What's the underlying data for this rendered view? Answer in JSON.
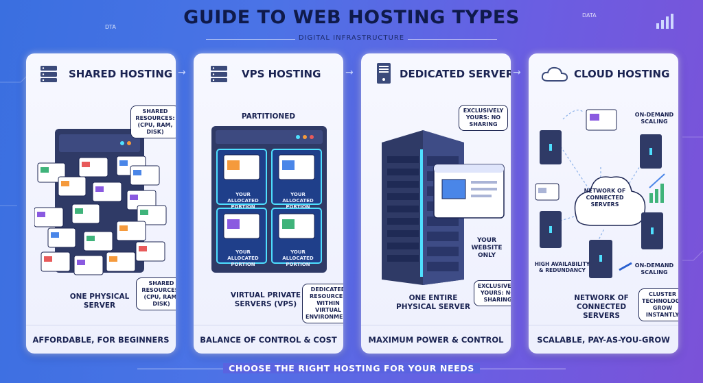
{
  "header": {
    "title": "GUIDE TO WEB HOSTING TYPES",
    "subtitle": "DIGITAL INFRASTRUCTURE",
    "deco_left": "DTA",
    "deco_right": "DATA"
  },
  "panels": [
    {
      "title": "SHARED HOSTING",
      "icon": "server-rack-icon",
      "bubble_top": "SHARED RESOURCES: (CPU, RAM, DISK)",
      "bubble_bottom": "SHARED RESOURCES: (CPU, RAM, DISK)",
      "caption": "ONE PHYSICAL SERVER",
      "footer": "AFFORDABLE, FOR BEGINNERS"
    },
    {
      "title": "VPS HOSTING",
      "icon": "server-rack-icon",
      "partition_label": "PARTITIONED",
      "portion_label": "YOUR ALLOCATED PORTION",
      "caption": "VIRTUAL PRIVATE SERVERS (VPS)",
      "bubble": "DEDICATED RESOURCES WITHIN VIRTUAL ENVIRONMENT",
      "footer": "BALANCE OF CONTROL & COST"
    },
    {
      "title": "DEDICATED SERVER",
      "icon": "tower-server-icon",
      "bubble_top": "EXCLUSIVELY YOURS: NO SHARING",
      "website_label": "YOUR WEBSITE ONLY",
      "bubble_bottom": "EXCLUSIVELY YOURS: NO SHARING",
      "caption": "ONE ENTIRE PHYSICAL SERVER",
      "footer": "MAXIMUM POWER & CONTROL"
    },
    {
      "title": "CLOUD HOSTING",
      "icon": "cloud-icon",
      "scaling_top": "ON-DEMAND SCALING",
      "cloud_label": "NETWORK OF CONNECTED SERVERS",
      "availability": "HIGH AVAILABILITY & REDUNDANCY",
      "scaling_bottom": "ON-DEMAND SCALING",
      "caption": "NETWORK OF CONNECTED SERVERS",
      "bubble": "CLUSTER TECHNOLOGY: GROW INSTANTLY",
      "footer": "SCALABLE, PAY-AS-YOU-GROW"
    }
  ],
  "footer": {
    "text": "CHOOSE THE RIGHT HOSTING FOR YOUR NEEDS"
  },
  "colors": {
    "accent_orange": "#f59a3c",
    "accent_purple": "#8a5ae0",
    "accent_green": "#3fb37a",
    "accent_red": "#e85a5a",
    "accent_blue": "#4a86e8",
    "server_dark": "#2f3a66",
    "glow_cyan": "#4fe0ff"
  }
}
